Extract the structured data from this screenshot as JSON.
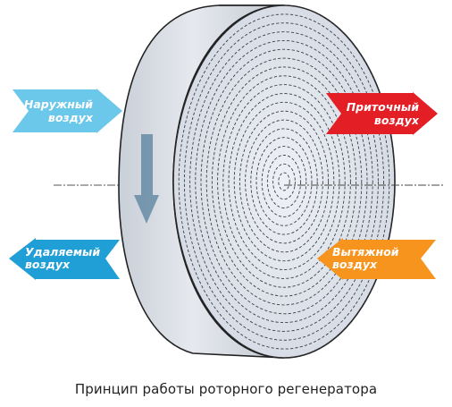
{
  "diagram": {
    "title": "Принцип работы роторного регенератора",
    "arrows": {
      "outdoor_air": {
        "line1": "Наружный",
        "line2": "воздух",
        "color": "#6cc8ea"
      },
      "supply_air": {
        "line1": "Приточный",
        "line2": "воздух",
        "color": "#e31e24"
      },
      "exhaust_air": {
        "line1": "Удаляемый",
        "line2": "воздух",
        "color": "#1f9fd6"
      },
      "extract_air": {
        "line1": "Вытяжной",
        "line2": "воздух",
        "color": "#f7941d"
      }
    },
    "wheel": {
      "face_color": "#d5dbe6",
      "rim_color": "#d8dde6",
      "rotation_arrow_color": "#6b8fa8"
    }
  }
}
